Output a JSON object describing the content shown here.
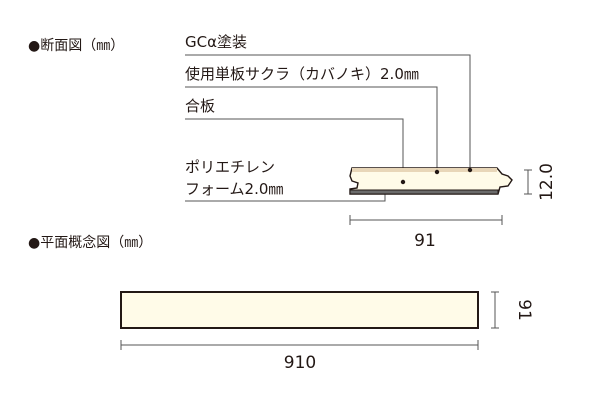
{
  "section_title": "●断面図（㎜）",
  "plan_title": "●平面概念図（㎜）",
  "labels": {
    "coating": "GCα塗装",
    "veneer": "使用単板サクラ（カバノキ）2.0㎜",
    "plywood": "合板",
    "foam_line1": "ポリエチレン",
    "foam_line2": "フォーム2.0㎜"
  },
  "section_dims": {
    "thickness": "12.0",
    "width": "91"
  },
  "plan_dims": {
    "width": "91",
    "length": "910"
  },
  "colors": {
    "board_fill": "#fffbe8",
    "veneer": "#e8d6b8",
    "line": "#231815",
    "leader": "#555555"
  }
}
